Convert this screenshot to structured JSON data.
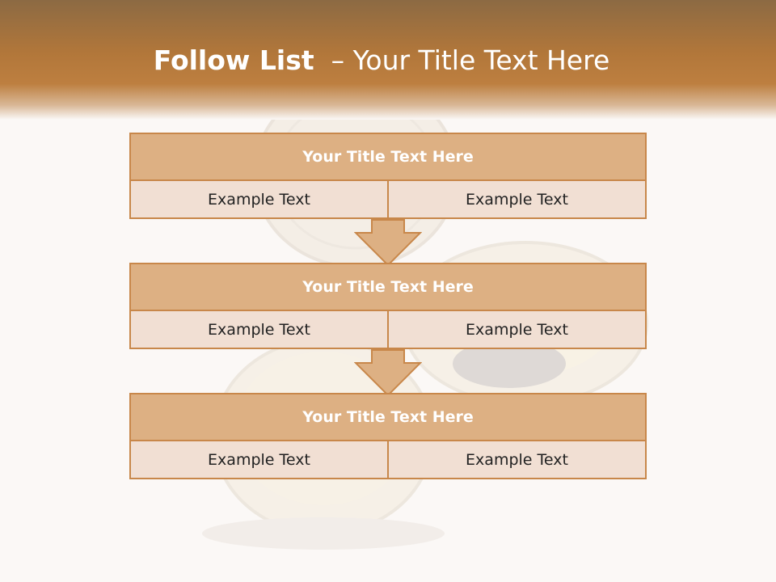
{
  "slide": {
    "title_bold": "Follow List",
    "title_rest": "– Your Title Text Here"
  },
  "blocks": [
    {
      "title": "Your Title Text Here",
      "left": "Example Text",
      "right": "Example Text"
    },
    {
      "title": "Your Title Text Here",
      "left": "Example Text",
      "right": "Example Text"
    },
    {
      "title": "Your Title Text Here",
      "left": "Example Text",
      "right": "Example Text"
    }
  ],
  "colors": {
    "header_brown": "#b2773a",
    "block_border": "#c8874a",
    "block_title_fill": "#ddb083",
    "block_cell_fill": "#f1dfd3"
  }
}
